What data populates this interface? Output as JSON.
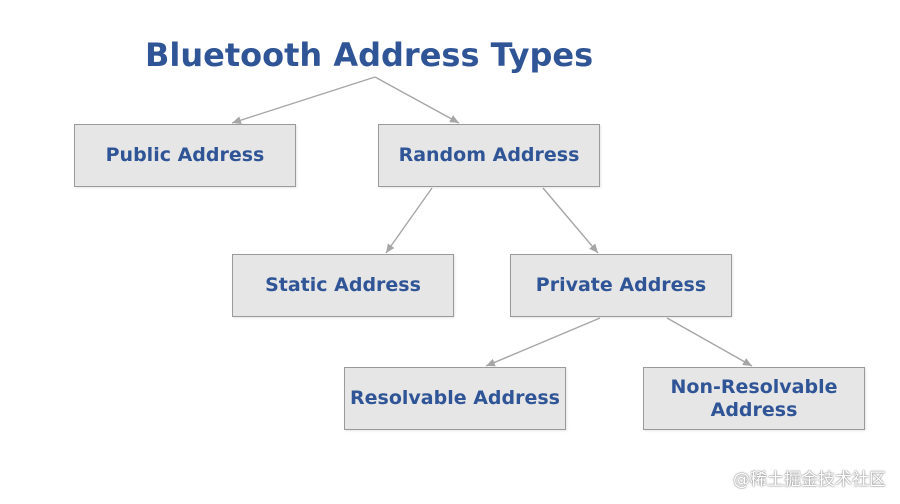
{
  "title": "Bluetooth Address Types",
  "nodes": {
    "public": "Public Address",
    "random": "Random Address",
    "static": "Static Address",
    "private": "Private Address",
    "resolvable": "Resolvable Address",
    "non_resolvable_line1": "Non-Resolvable",
    "non_resolvable_line2": "Address"
  },
  "watermark": "@稀土掘金技术社区",
  "colors": {
    "title": "#2f5597",
    "node_fill": "#e6e6e6",
    "node_border": "#9a9a9a",
    "edge": "#a6a6a6"
  }
}
